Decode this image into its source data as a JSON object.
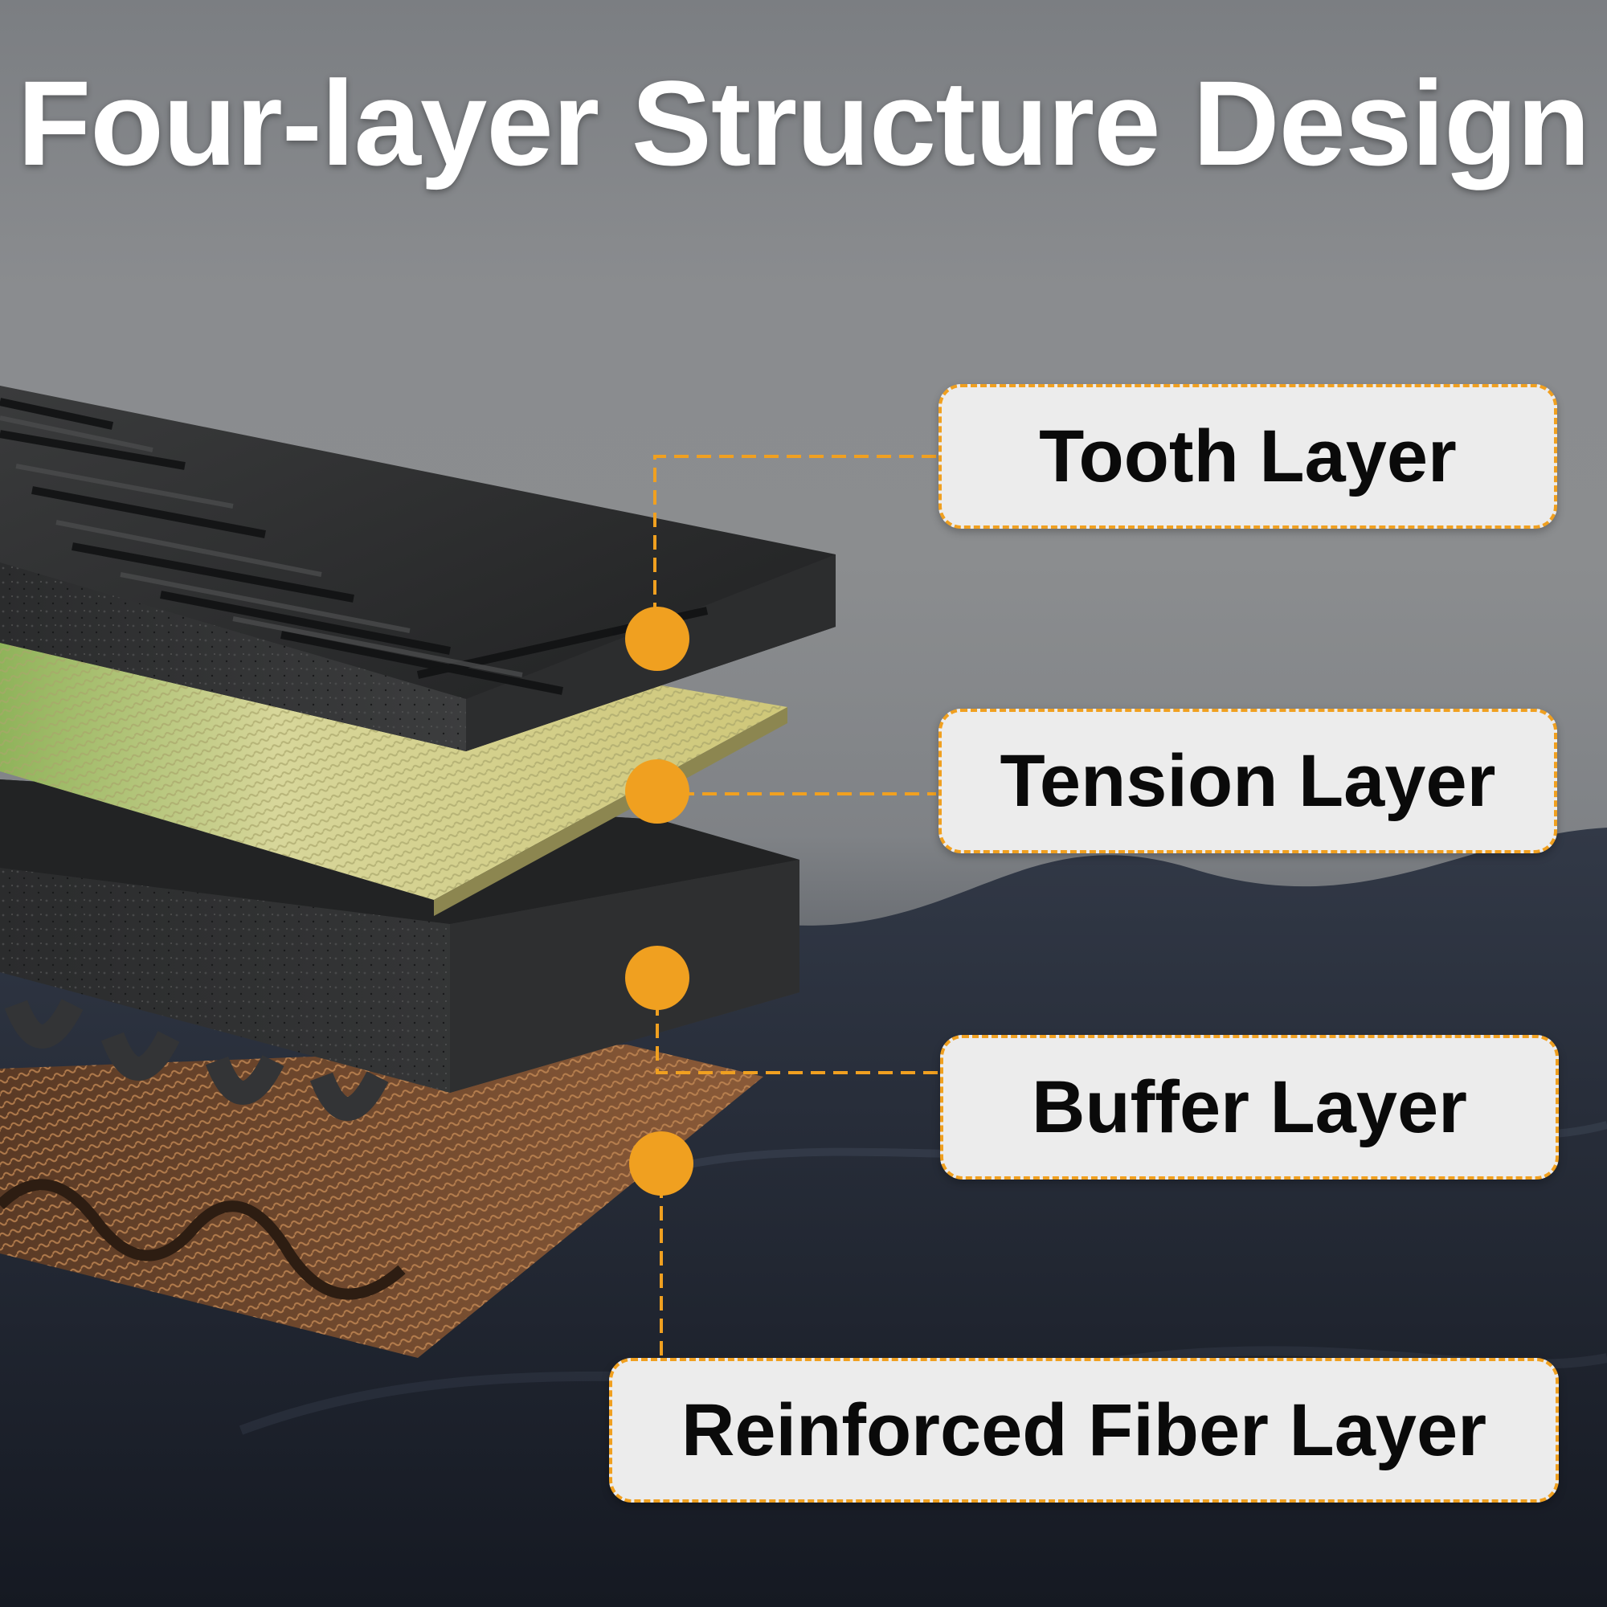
{
  "title": "Four-layer Structure Design",
  "labels": {
    "tooth": "Tooth Layer",
    "tension": "Tension Layer",
    "buffer": "Buffer Layer",
    "fiber": "Reinforced Fiber Layer"
  },
  "colors": {
    "accent": "#f0a020",
    "label_bg": "#ececec",
    "title_text": "#ffffff"
  }
}
